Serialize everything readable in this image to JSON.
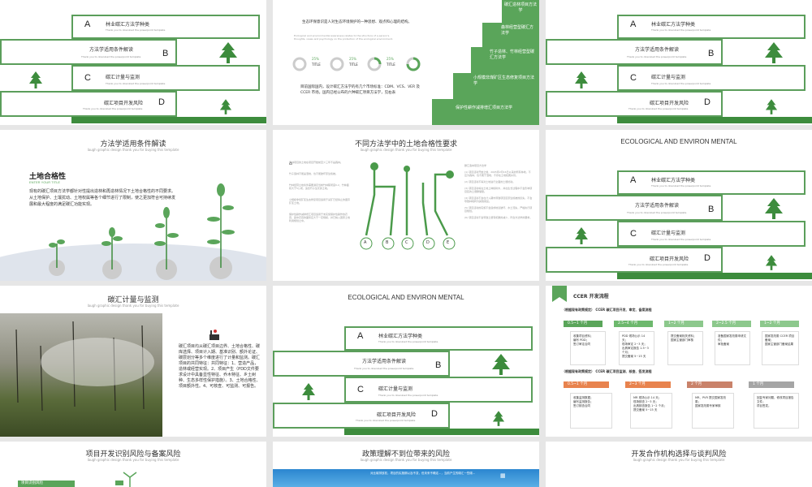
{
  "toc_items": [
    {
      "letter": "A",
      "label": "林业碳汇方法学种类",
      "desc": "Thank you to download the powerpoint template"
    },
    {
      "letter": "B",
      "label": "方法学适用条件解读",
      "desc": "Thank you to download the powerpoint template"
    },
    {
      "letter": "C",
      "label": "碳汇计量与监测",
      "desc": "Thank you to download the powerpoint template"
    },
    {
      "letter": "D",
      "label": "碳汇项目开发风险",
      "desc": "Thank you to download the powerpoint template"
    }
  ],
  "eco_title": "ECOLOGICAL AND ENVIRON MENTAL",
  "s2": {
    "text1": "生态环保意识是人对生态环境保护的一种思想、观点和心理的结构。",
    "text1_en": "Ecological and environmental awareness relates to the structure of a person's thoughts, views and psychology on the protection of the ecological environment.",
    "donut_value": "25%",
    "donut_label": "TITLE",
    "text2": "目前国际国内，设计碳汇方法学的有几个市场标准：CDM、VCS、VER 及 CCER 市场。国内已经公布的六种碳汇项目方法学，见右表",
    "steps": [
      "碳汇造林项目方法学",
      "森林经营型碳汇方法学",
      "竹子造林、竹林经营型碳汇方法学",
      "小规模非煤矿区生态修复项目方法学",
      "保护性耕作减排增汇项目方法学"
    ]
  },
  "s4": {
    "title": "方法学适用条件解读",
    "sub": "laugh graphic design thank you for buying this template",
    "heading": "土地合格性",
    "heading_en": "ENTER YOUR TITLE",
    "body": "现有的碳汇项目方法学都针对性提出造林和再造林情况下土地合格性的不同要求。从土地保护、土壤扰动、土地权属等各个细节进行了限制，使之更加符合可持续发展和最大程度的满足碳汇功能实现。"
  },
  "s5": {
    "title": "不同方法学中的土地合格性要求",
    "sub": "laugh graphic design thank you for buying this template",
    "letters": [
      "A",
      "B",
      "C",
      "D",
      "E"
    ],
    "left_texts": [
      "造林项目的土地在项目开始前至少三年不是森林。",
      "竹子造林不能是湿地，也不能破坏原生植被。",
      "竹林经营立地条件需要满足当前竹林郁闭度0.2，竹林面积大于5公顷，适合竹子生长的土地。",
      "小规模非煤矿区生态修复项目适用于采矿已经停止的废弃矿区土地。",
      "保护性耕作减排增汇项目适用于未实施保护性耕作的农田，其中农田的面积应大于一定规模，并已纳入国家土地利用规划之中。"
    ],
    "right_title": "碳汇造林项目方法学",
    "right_texts": [
      "(1) 项目活动开始之前，2005年2月16日以来的所有林地，不应为森林，也不属于湿地，不存在土地权属纠纷。",
      "(2) 项目活动不得对土地进行全面的土壤扰动。",
      "(3) 项目活动将在土地上种植树木，并在生长过程中不会影响项目区的土壤碳储量。",
      "(4) 项目活动不会在计入期内导致项目区原生植被的损失，不会导致林地转为其他用途。",
      "(5) 项目活动的实施不会造成地表破坏、水土流失，严格执行项目规划。",
      "(6) 项目活动不会导致土壤有机碳的减少，符合方法学的要求。"
    ]
  },
  "s7": {
    "title": "碳汇计量与监测",
    "sub": "laugh graphic design thank you for buying this template",
    "body": "碳汇项目均从碳汇项目边界、土地合格性、碳库选择、项目计入期、基准识别、额外论证、碳层划分等多个维度进行了计量和监测。碳汇项目的共同特征：共同特征：1、营造产品，造林或经营实现。2、项目产生（PDD文件要求设计中具备显性特征、乔木特征、乡土树种、生态多样性保护措施）。3、土地合格性、项目额外性。4、可核查、可监测、可报告。"
  },
  "s9": {
    "title": "CCER 开发流程",
    "row1_head": "（根据现有政策规定）  CCER 碳汇项目开发、审定、备案流程",
    "row1_steps": [
      "0.5~1 个月",
      "2.5~4 个月",
      "1~2 个月",
      "2~2.5 个月",
      "1~2 个月"
    ],
    "row1_boxes": [
      [
        "收集项目资料；",
        "编写 PDD；",
        "签订审定合同"
      ],
      [
        "PDD 现场公示 14 天；",
        "现场审定 2~3 天；",
        "出具审定报告 1.5~3 个月；",
        "提交备案 5~15 天"
      ],
      [
        "提交备案相关资料；",
        "国家主管部门审核"
      ],
      [
        "准备国家发改委申请文件；",
        "审批备案"
      ],
      [
        "国家发改委 CCER 项目备案；",
        "国家主管部门备案结果"
      ]
    ],
    "row2_head": "（根据现有政策规定）  CCER 碳汇项目监测、核查、签发流程",
    "row2_steps": [
      "0.5~1 个月",
      "2~3 个月",
      "2 个月",
      "1 个月"
    ],
    "row2_boxes": [
      [
        "收集监测数据；",
        "编写监测报告；",
        "签订核查合同"
      ],
      [
        "MR 现场公示 14 天；",
        "现场核查 2~3 天；",
        "出具核查报告 1~2 个月；",
        "提交备案 5~15 天"
      ],
      [
        "MR、PVR 提交国家发改委；",
        "国家发改委专家审核"
      ],
      [
        "回复专家问题，修改项目报告文件；",
        "项目签发。"
      ]
    ]
  },
  "s10": {
    "title": "项目开发识别风险与备案风险",
    "sub": "laugh graphic design thank you for buying this template",
    "tag": "项目识别风险"
  },
  "s11": {
    "title": "政策理解不到位带来的风险",
    "sub": "laugh graphic design thank you for buying this template",
    "banner": "对比碳排放权，项目的实施期以及不变，但未来不确定...，当前产生的碳汇一些碳..."
  },
  "s12": {
    "title": "开发合作机构选择与谈判风险",
    "sub": "laugh graphic design thank you for buying this template"
  },
  "colors": {
    "green": "#5aa55a",
    "dark_green": "#3d8c3d",
    "orange": "#e8834e",
    "grey": "#a5a5a5"
  }
}
